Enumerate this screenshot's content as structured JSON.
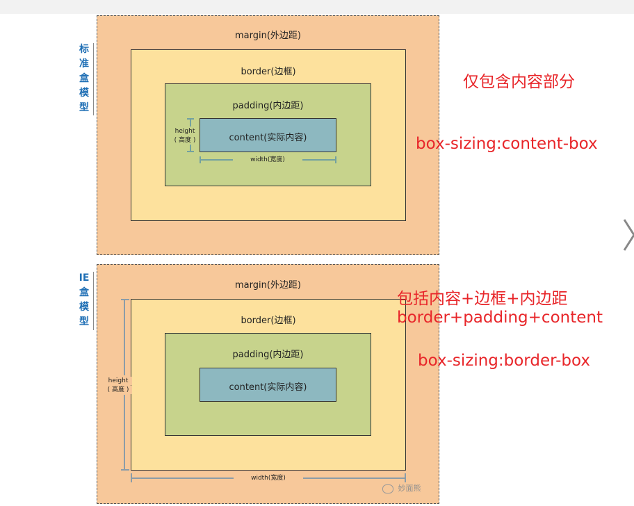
{
  "side_labels": {
    "standard": [
      "标",
      "准",
      "盒",
      "模",
      "型"
    ],
    "ie": [
      "IE",
      "盒",
      "模",
      "型"
    ]
  },
  "standard_model": {
    "margin_label": "margin(外边距)",
    "border_label": "border(边框)",
    "padding_label": "padding(内边距)",
    "content_label": "content(实际内容)",
    "height_label": "height",
    "height_sub": "( 高度 )",
    "width_label": "width(宽度)"
  },
  "ie_model": {
    "margin_label": "margin(外边距)",
    "border_label": "border(边框)",
    "padding_label": "padding(内边距)",
    "content_label": "content(实际内容)",
    "height_label": "height",
    "height_sub": "( 高度 )",
    "width_label": "width(宽度)"
  },
  "annotations": {
    "standard_note": "仅包含内容部分",
    "standard_css": "box-sizing:content-box",
    "ie_note": "包括内容+边框+内边距",
    "ie_formula": "border+padding+content",
    "ie_css": "box-sizing:border-box"
  },
  "watermark": "妙面熊",
  "colors": {
    "margin": "#f7c89a",
    "border": "#fde19d",
    "padding": "#c7d38c",
    "content": "#8db8c0",
    "side_label": "#1f6fb5",
    "annotation": "#e8262a"
  }
}
